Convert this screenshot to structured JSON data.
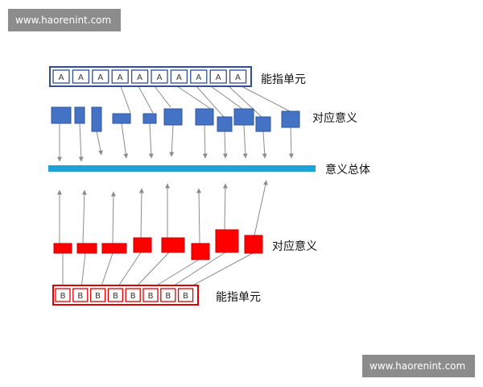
{
  "watermarks": {
    "top": "www.haorenint.com",
    "bottom": "www.haorenint.com"
  },
  "labels": {
    "top_units": "能指单元",
    "top_meanings": "对应意义",
    "total_meaning": "意义总体",
    "bottom_meanings": "对应意义",
    "bottom_units": "能指单元"
  },
  "top_units": [
    "A",
    "A",
    "A",
    "A",
    "A",
    "A",
    "A",
    "A",
    "A",
    "A"
  ],
  "bottom_units": [
    "B",
    "B",
    "B",
    "B",
    "B",
    "B",
    "B",
    "B"
  ],
  "colors": {
    "blue_box": "#4472c4",
    "blue_border": "#2f5597",
    "red_box": "#ff0000",
    "red_border": "#c00000",
    "bar": "#1ea0d8",
    "arrow": "#8c8c8c",
    "unit_border_top": "#2f4f8f",
    "unit_border_bottom": "#e00000"
  }
}
